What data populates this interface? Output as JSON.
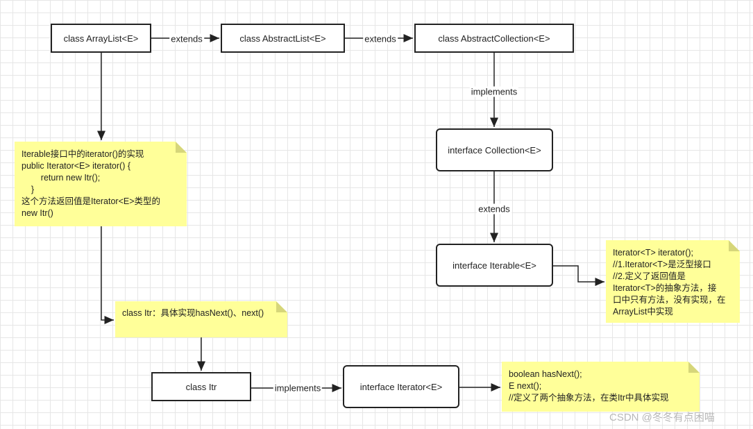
{
  "boxes": {
    "arraylist": "class ArrayList<E>",
    "abstractlist": "class AbstractList<E>",
    "abstractcollection": "class AbstractCollection<E>",
    "collection": "interface Collection<E>",
    "iterable": "interface Iterable<E>",
    "itr": "class Itr",
    "iterator": "interface Iterator<E>"
  },
  "edges": {
    "arraylist_abstractlist": "extends",
    "abstractlist_abstractcollection": "extends",
    "abstractcollection_collection": "implements",
    "collection_iterable": "extends",
    "itr_iterator": "implements"
  },
  "notes": {
    "iterator_impl": "Iterable接口中的iterator()的实现\npublic Iterator<E> iterator() {\n        return new Itr();\n    }\n这个方法返回值是Iterator<E>类型的\nnew Itr()",
    "iterable_method": "Iterator<T> iterator();\n//1.Iterator<T>是泛型接口\n//2.定义了返回值是\nIterator<T>的抽象方法，接\n口中只有方法，没有实现，在\nArrayList中实现",
    "itr_class": "class Itr：具体实现hasNext()、next()",
    "iterator_methods": "boolean hasNext();\nE next();\n//定义了两个抽象方法，在类Itr中具体实现"
  },
  "watermark": "CSDN @冬冬有点困喵",
  "colors": {
    "note": "#ffff99",
    "line": "#222222"
  }
}
